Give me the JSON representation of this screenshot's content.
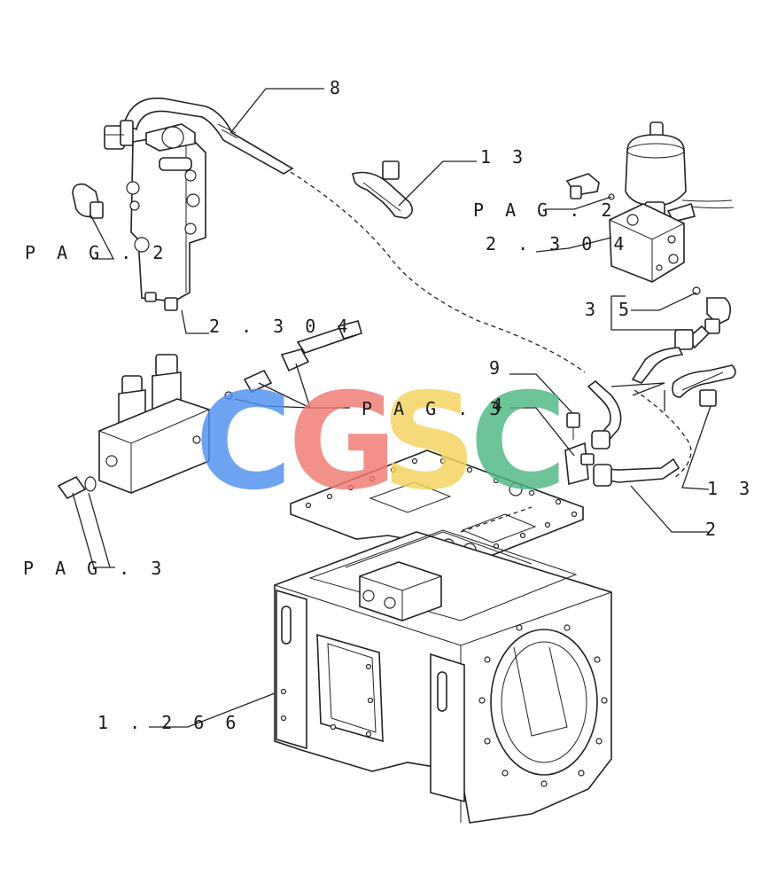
{
  "diagram": {
    "callouts": {
      "c8": "8",
      "c13a": "1 3",
      "c13b": "1 3",
      "pag2_left": "P A G . 2",
      "pag2_right": "P A G . 2",
      "ref2304_left": "2 . 3 0 4",
      "ref2304_right": "2 . 3 0 4",
      "c35_3": "3",
      "c35_5": "5",
      "pag3_center": "P A G . 3",
      "pag3_left": "P A G . 3",
      "c9": "9",
      "c4": "4",
      "c2": "2",
      "ref1266": "1 . 2 6 6"
    },
    "watermark": {
      "letters": [
        "C",
        "G",
        "S",
        "C"
      ],
      "colors": [
        "#4f8ff0",
        "#ef7a70",
        "#f5d35c",
        "#4fb883"
      ]
    }
  }
}
